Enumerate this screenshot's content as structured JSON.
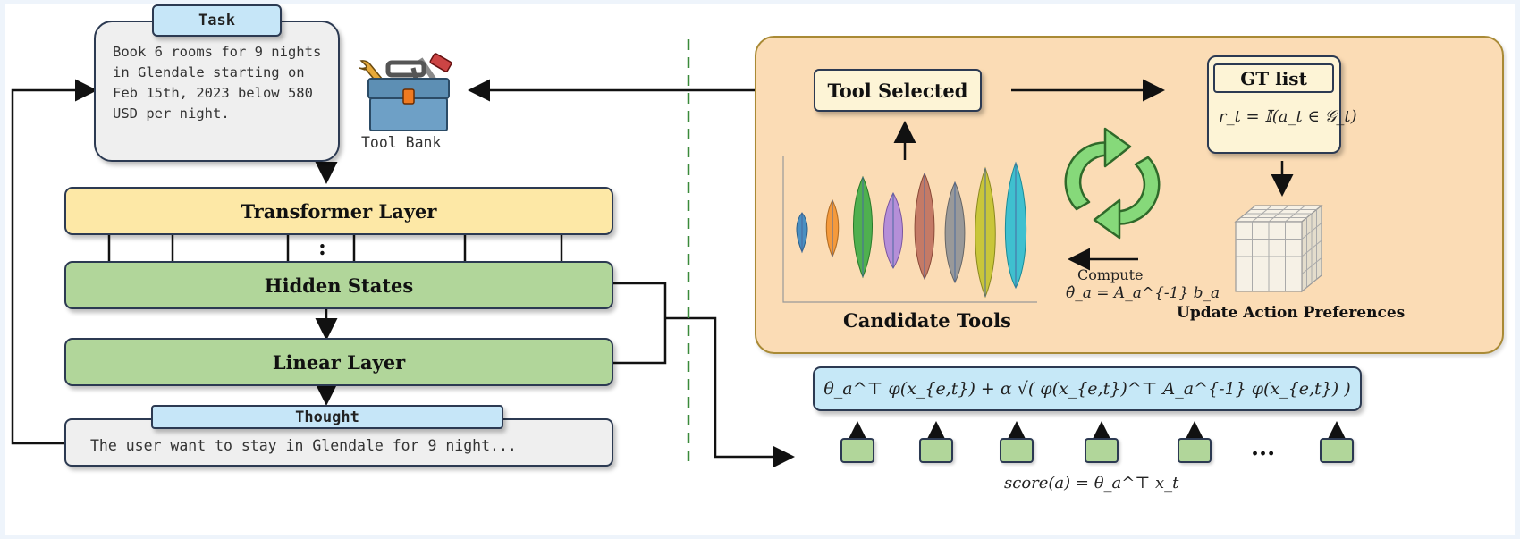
{
  "task": {
    "title": "Task",
    "text": "Book 6 rooms for 9 nights in Glendale starting on Feb 15th, 2023 below 580 USD per night."
  },
  "tool_bank": {
    "label": "Tool Bank"
  },
  "layers": {
    "transformer": "Transformer Layer",
    "ellipsis": ":",
    "hidden": "Hidden States",
    "linear": "Linear Layer"
  },
  "thought": {
    "title": "Thought",
    "text": "The user want to stay in Glendale for 9 night..."
  },
  "right_panel": {
    "tool_selected": "Tool Selected",
    "candidate_tools": "Candidate Tools",
    "gt_list": "GT list",
    "gt_formula": "r_t = 𝕀(a_t ∈ 𝒢_t)",
    "compute_label": "Compute",
    "compute_formula": "θ̂_a = A_a^{-1} b_a",
    "update_label": "Update Action Preferences"
  },
  "score": {
    "ucb_formula": "θ_a^⊤ φ(x_{e,t}) + α √( φ(x_{e,t})^⊤ A_a^{-1} φ(x_{e,t}) )",
    "ellipsis": "...",
    "score_formula": "score(a) = θ_a^⊤ x_t"
  },
  "colors": {
    "task_header": "#c6e6f8",
    "task_body": "#efefef",
    "transformer": "#fde8a6",
    "green_box": "#b1d69a",
    "panel_bg": "#fbdcb5",
    "panel_border": "#a98a35",
    "gt_bg": "#fdf4d6",
    "ucb_bg": "#c6e8f7",
    "recycle": "#86d97a",
    "divider": "#3a8a3a"
  },
  "icons": [
    "toolbox-icon",
    "recycle-arrows-icon",
    "cube-grid-icon",
    "violin-plot-chart"
  ]
}
